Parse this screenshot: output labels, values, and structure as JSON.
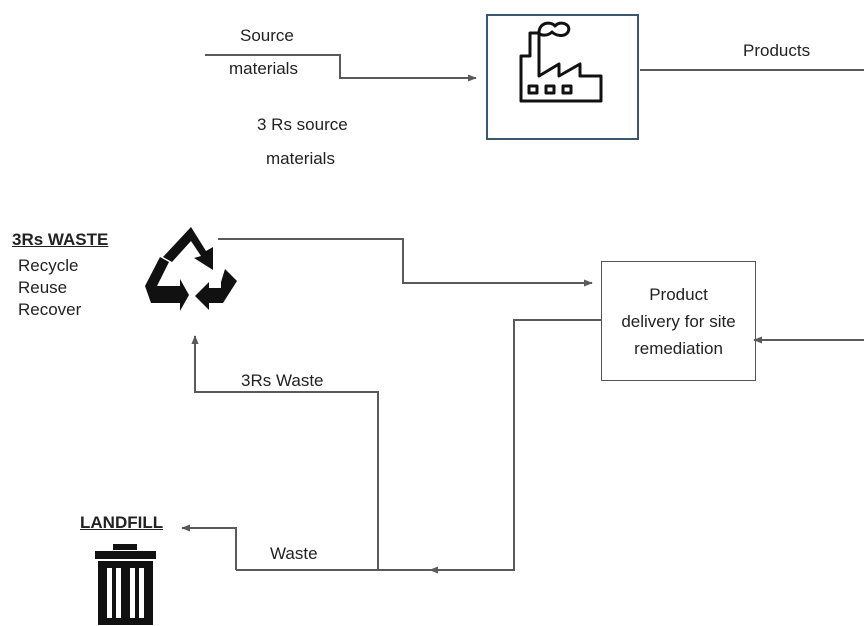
{
  "source_label_1": "Source",
  "source_label_2": "materials",
  "products_label": "Products",
  "three_rs_source_1": "3 Rs source",
  "three_rs_source_2": "materials",
  "waste_heading": "3Rs WASTE",
  "waste_items": [
    "Recycle",
    "Reuse",
    "Recover"
  ],
  "process_label": "Product delivery for site remediation",
  "three_rs_waste_label": "3Rs Waste",
  "waste_label": "Waste",
  "landfill_heading": "LANDFILL",
  "icons": {
    "factory": "factory-icon",
    "recycle": "recycle-icon",
    "trash": "trash-can-icon"
  },
  "colors": {
    "line": "#5a5a5a",
    "factory_border": "#3b5670",
    "icon": "#111111"
  }
}
